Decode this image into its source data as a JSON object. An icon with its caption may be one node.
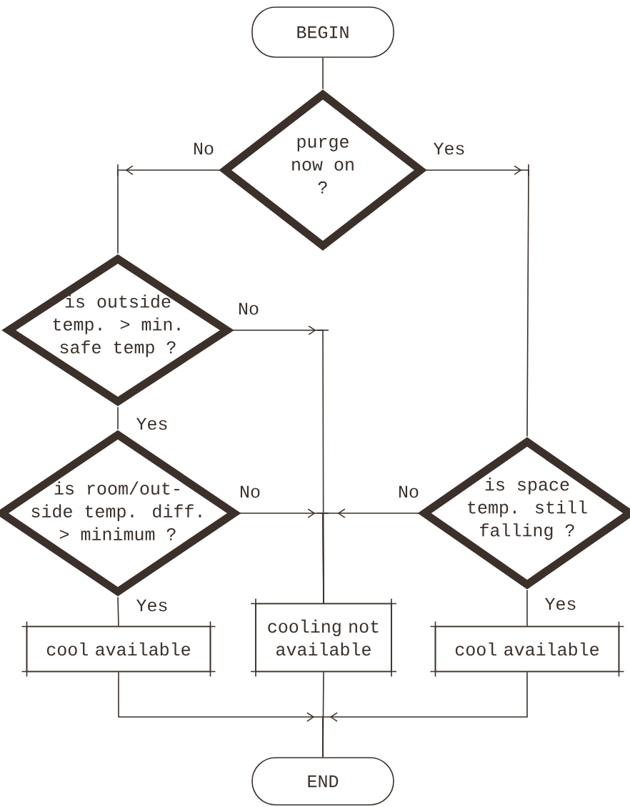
{
  "diagram": {
    "nodes": [
      {
        "text": [
          "BEGIN"
        ]
      },
      {
        "text": [
          "purge now on ?"
        ]
      },
      {
        "text": [
          "is outside temp. > min. safe temp ?"
        ]
      },
      {
        "text": [
          "is room/out- side temp. diff. > minimum ?"
        ]
      },
      {
        "text": [
          "is space temp. still falling ?"
        ]
      },
      {
        "text": [
          "cool available"
        ]
      },
      {
        "text": [
          "cooling not available"
        ]
      },
      {
        "text": [
          "cool available"
        ]
      },
      {
        "text": [
          "END"
        ]
      }
    ],
    "edges": [
      {
        "from": 0,
        "to": 1,
        "arrow": "none"
      },
      {
        "from": 1,
        "to": 2,
        "arrow": "to",
        "label": "No"
      },
      {
        "from": 1,
        "to": 4,
        "arrow": "to",
        "label": "Yes"
      },
      {
        "from": 2,
        "to": 3,
        "arrow": "none",
        "label": "Yes"
      },
      {
        "from": 2,
        "to": 6,
        "arrow": "to",
        "label": "No"
      },
      {
        "from": 3,
        "to": 6,
        "arrow": "to",
        "label": "No"
      },
      {
        "from": 4,
        "to": 6,
        "arrow": "to",
        "label": "No"
      },
      {
        "from": 3,
        "to": 5,
        "arrow": "none",
        "label": "Yes"
      },
      {
        "from": 4,
        "to": 7,
        "arrow": "none",
        "label": "Yes"
      },
      {
        "from": 5,
        "to": 8,
        "arrow": "to"
      },
      {
        "from": 6,
        "to": 8,
        "arrow": "none"
      },
      {
        "from": 7,
        "to": 8,
        "arrow": "to"
      }
    ]
  }
}
